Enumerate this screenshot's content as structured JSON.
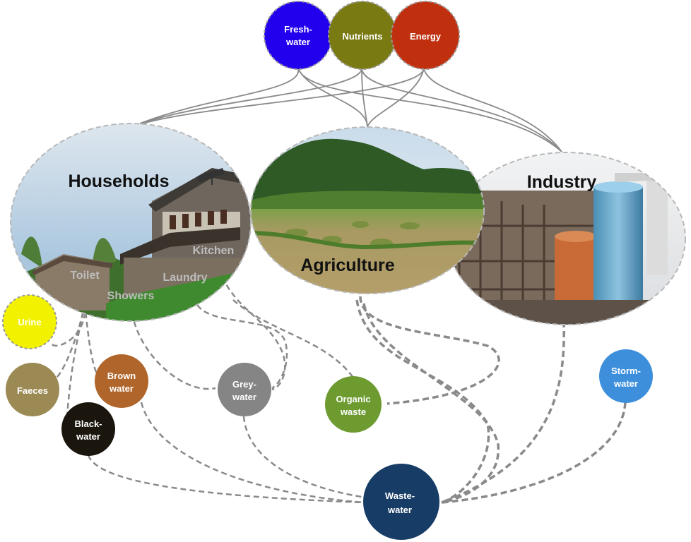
{
  "resources": {
    "freshwater": {
      "line1": "Fresh-",
      "line2": "water",
      "color": "#2200ee"
    },
    "nutrients": {
      "label": "Nutrients",
      "color": "#7a7a12"
    },
    "energy": {
      "label": "Energy",
      "color": "#c0300f"
    }
  },
  "sectors": {
    "households": {
      "title": "Households"
    },
    "agriculture": {
      "title": "Agriculture"
    },
    "industry": {
      "title": "Industry"
    }
  },
  "household_sources": {
    "kitchen": "Kitchen",
    "toilet": "Toilet",
    "laundry": "Laundry",
    "showers": "Showers"
  },
  "streams": {
    "urine": {
      "label": "Urine",
      "color": "#f2f200"
    },
    "faeces": {
      "label": "Faeces",
      "color": "#9c8a55"
    },
    "brownwater": {
      "line1": "Brown",
      "line2": "water",
      "color": "#b0652a"
    },
    "blackwater": {
      "line1": "Black-",
      "line2": "water",
      "color": "#1a160e"
    },
    "greywater": {
      "line1": "Grey-",
      "line2": "water",
      "color": "#858585"
    },
    "organicwaste": {
      "line1": "Organic",
      "line2": "waste",
      "color": "#6d9b30"
    },
    "stormwater": {
      "line1": "Storm-",
      "line2": "water",
      "color": "#3d8fdc"
    },
    "wastewater": {
      "line1": "Waste-",
      "line2": "water",
      "color": "#173c66"
    }
  },
  "colors": {
    "connector": "#8a8a8a",
    "ellipse_border": "#b8b8b8"
  }
}
